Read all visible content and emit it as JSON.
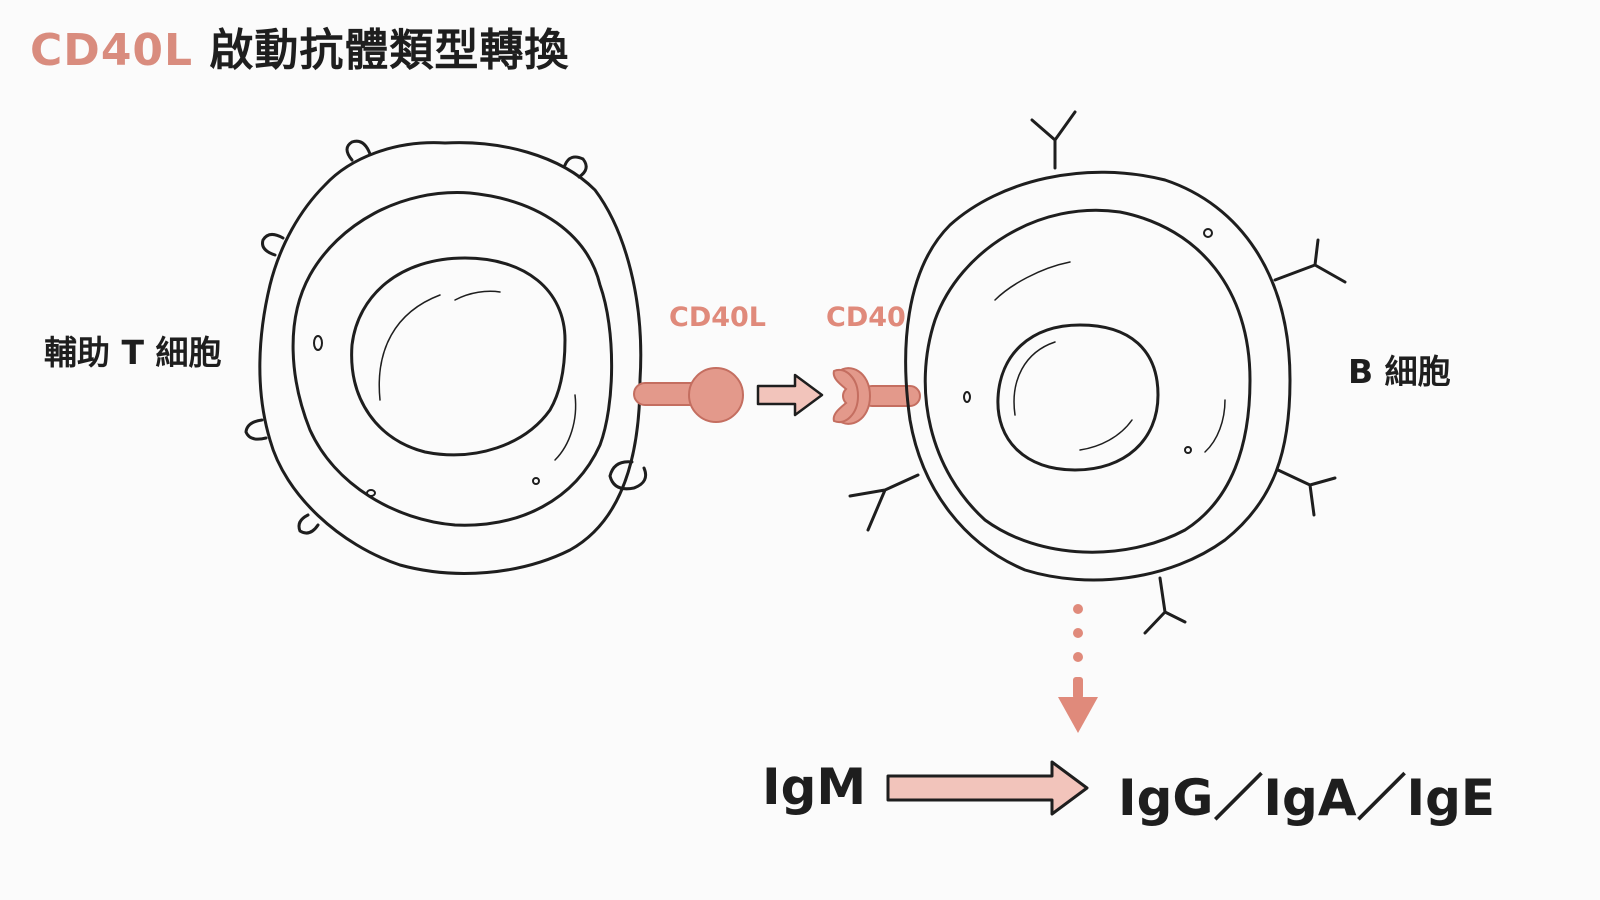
{
  "title": {
    "accent": "CD40L",
    "rest": "啟動抗體類型轉換"
  },
  "cells": {
    "t_cell_label": "輔助 T 細胞",
    "b_cell_label": "B 細胞"
  },
  "molecules": {
    "ligand_label": "CD40L",
    "receptor_label": "CD40"
  },
  "switch": {
    "from": "IgM",
    "to": "IgG／IgA／IgE"
  },
  "colors": {
    "accent": "#d98c7e",
    "accent_light": "#f2c4bb",
    "outline": "#1e1e1e"
  }
}
